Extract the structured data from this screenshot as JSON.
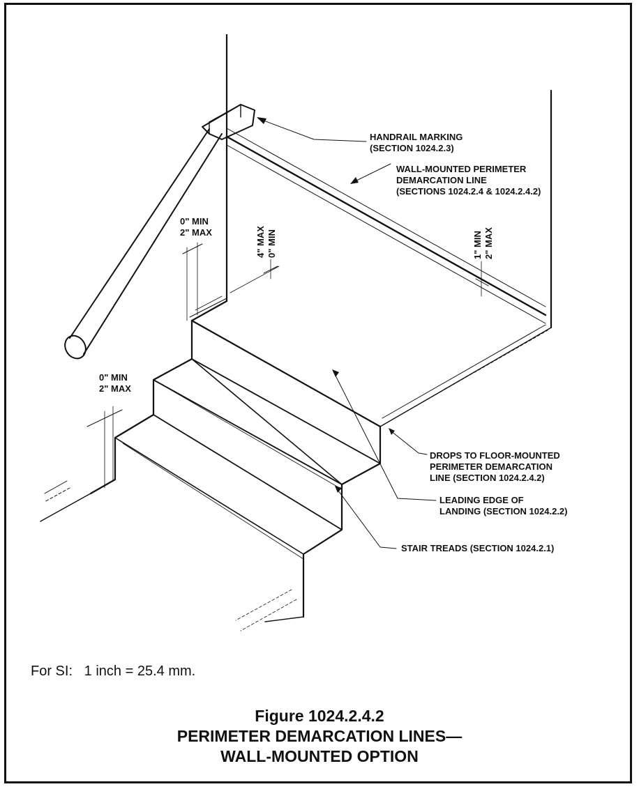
{
  "callouts": {
    "handrail_marking": [
      "HANDRAIL MARKING",
      "(SECTION 1024.2.3)"
    ],
    "wall_mounted": [
      "WALL-MOUNTED PERIMETER",
      "DEMARCATION LINE",
      "(SECTIONS 1024.2.4 & 1024.2.4.2)"
    ],
    "drops_to_floor": [
      "DROPS TO FLOOR-MOUNTED",
      "PERIMETER DEMARCATION",
      "LINE (SECTION 1024.2.4.2)"
    ],
    "leading_edge": [
      "LEADING EDGE OF",
      "LANDING (SECTION 1024.2.2)"
    ],
    "stair_treads": [
      "STAIR TREADS (SECTION 1024.2.1)"
    ]
  },
  "dimensions": {
    "upper_min": "0\" MIN",
    "upper_max": "2\" MAX",
    "lower_min": "0\" MIN",
    "lower_max": "2\" MAX",
    "vert_left_a": "4\" MAX",
    "vert_left_b": "0\" MIN",
    "vert_right_a": "1\" MIN",
    "vert_right_b": "2\" MAX"
  },
  "note": "For SI:   1 inch = 25.4 mm.",
  "caption": {
    "number": "Figure 1024.2.4.2",
    "title_line1": "PERIMETER DEMARCATION LINES—",
    "title_line2": "WALL-MOUNTED OPTION"
  }
}
